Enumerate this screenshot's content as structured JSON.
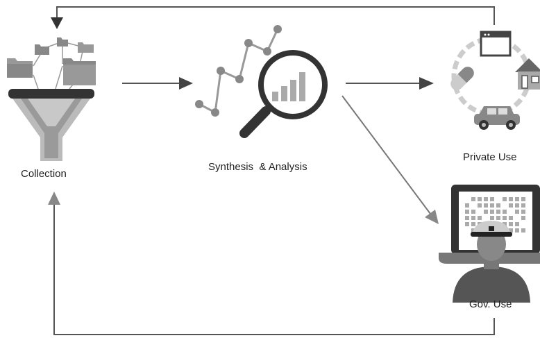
{
  "nodes": {
    "collection": {
      "label": "Collection",
      "icon": "funnel-with-folders-icon"
    },
    "synthesis": {
      "label": "Synthesis  & Analysis",
      "icon": "magnifier-analytics-icon"
    },
    "private_use": {
      "label": "Private Use",
      "icon": "private-use-cycle-icon"
    },
    "gov_use": {
      "label": "Gov. Use",
      "icon": "officer-laptop-icon"
    }
  },
  "colors": {
    "line": "#555555",
    "arrow_head": "#444444",
    "icon_dark": "#333333",
    "icon_mid": "#777777",
    "icon_light": "#aaaaaa",
    "icon_pale": "#cccccc"
  }
}
